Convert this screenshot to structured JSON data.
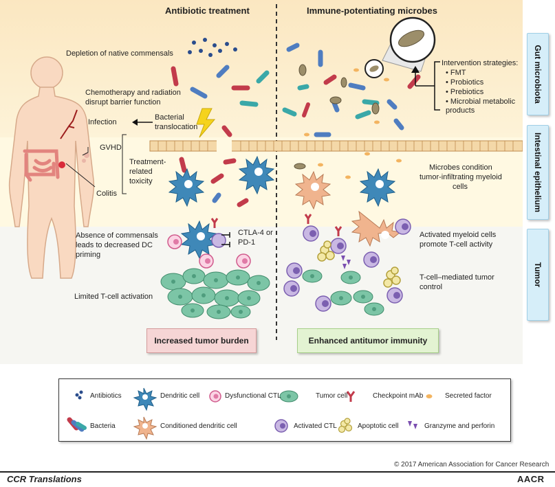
{
  "headers": {
    "left": "Antibiotic treatment",
    "right": "Immune-potentiating microbes"
  },
  "side_tabs": {
    "gut": "Gut microbiota",
    "epithelium": "Intestinal epithelium",
    "tumor": "Tumor"
  },
  "left_labels": {
    "depletion": "Depletion of native commensals",
    "chemo_line1": "Chemotherapy and radiation",
    "chemo_line2": "disrupt barrier function",
    "infection": "Infection",
    "bacterial_line1": "Bacterial",
    "bacterial_line2": "translocation",
    "gvhd": "GVHD",
    "treatment_line1": "Treatment-",
    "treatment_line2": "related",
    "treatment_line3": "toxicity",
    "colitis": "Colitis",
    "absence_line1": "Absence of commensals",
    "absence_line2": "leads to decreased DC",
    "absence_line3": "priming",
    "ctla_line1": "CTLA-4 or",
    "ctla_line2": "PD-1",
    "limited": "Limited T-cell activation"
  },
  "right_labels": {
    "intervention_title": "Intervention strategies:",
    "interventions": [
      "FMT",
      "Probiotics",
      "Prebiotics",
      "Microbial metabolic products"
    ],
    "microbes_line1": "Microbes condition",
    "microbes_line2": "tumor-infiltrating myeloid",
    "microbes_line3": "cells",
    "activated_line1": "Activated myeloid cells",
    "activated_line2": "promote T-cell activity",
    "tcell_line1": "T-cell–mediated tumor",
    "tcell_line2": "control"
  },
  "outcomes": {
    "left": "Increased tumor burden",
    "right": "Enhanced antitumor immunity"
  },
  "legend": {
    "antibiotics": "Antibiotics",
    "dendritic": "Dendritic cell",
    "dysfunctional_ctl": "Dysfunctional CTL",
    "tumor_cell": "Tumor cell",
    "checkpoint": "Checkpoint mAb",
    "secreted": "Secreted factor",
    "bacteria": "Bacteria",
    "conditioned_dc": "Conditioned dendritic cell",
    "activated_ctl": "Activated CTL",
    "apoptotic": "Apoptotic cell",
    "granzyme": "Granzyme and perforin"
  },
  "copyright": "© 2017 American Association for Cancer Research",
  "footer": {
    "left": "CCR Translations",
    "right": "AACR"
  },
  "colors": {
    "gut_band": "#fdf0cf",
    "epi_band": "#fff8dc",
    "tumor_band": "#f4f4f0",
    "side_tab": "#d6eef9",
    "outcome_left": "#f6d5d5",
    "outcome_right": "#e3f3d2",
    "dendritic": "#3f88b8",
    "tumor": "#7cc5a6"
  }
}
